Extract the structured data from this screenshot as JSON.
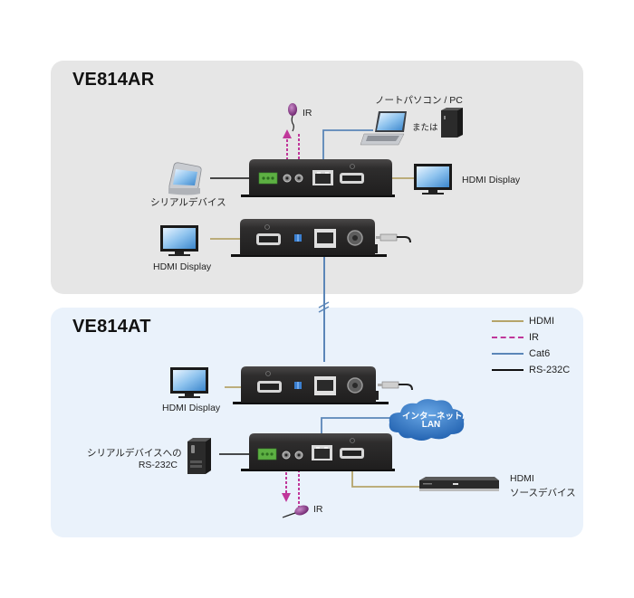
{
  "sections": {
    "receiver": {
      "title": "VE814AR"
    },
    "transmitter": {
      "title": "VE814AT"
    }
  },
  "labels": {
    "ar_ir": "IR",
    "ar_laptop": "ノートパソコン / PC",
    "ar_or": "または",
    "ar_hdmi_display_right": "HDMI Display",
    "ar_serial_device": "シリアルデバイス",
    "ar_hdmi_display_left": "HDMI Display",
    "at_hdmi_display": "HDMI Display",
    "at_serial_line1": "シリアルデバイスへの",
    "at_serial_line2": "RS-232C",
    "at_cloud_line1": "インターネット/",
    "at_cloud_line2": "LAN",
    "at_hdmi_source_line1": "HDMI",
    "at_hdmi_source_line2": "ソースデバイス",
    "at_ir": "IR"
  },
  "legend": {
    "items": [
      {
        "label": "HDMI",
        "style": "solid",
        "color": "#b5a46a"
      },
      {
        "label": "IR",
        "style": "dashed",
        "color": "#c0379a"
      },
      {
        "label": "Cat6",
        "style": "solid",
        "color": "#5b86b8"
      },
      {
        "label": "RS-232C",
        "style": "solid",
        "color": "#111111"
      }
    ]
  },
  "colors": {
    "hdmi": "#b5a46a",
    "ir": "#c0379a",
    "cat6": "#5b86b8",
    "rs232": "#111111",
    "device_body": "#2b2a2a",
    "terminal_green": "#5db043",
    "dip_blue": "#3a7fd0",
    "cloud": "#2f74c0"
  }
}
